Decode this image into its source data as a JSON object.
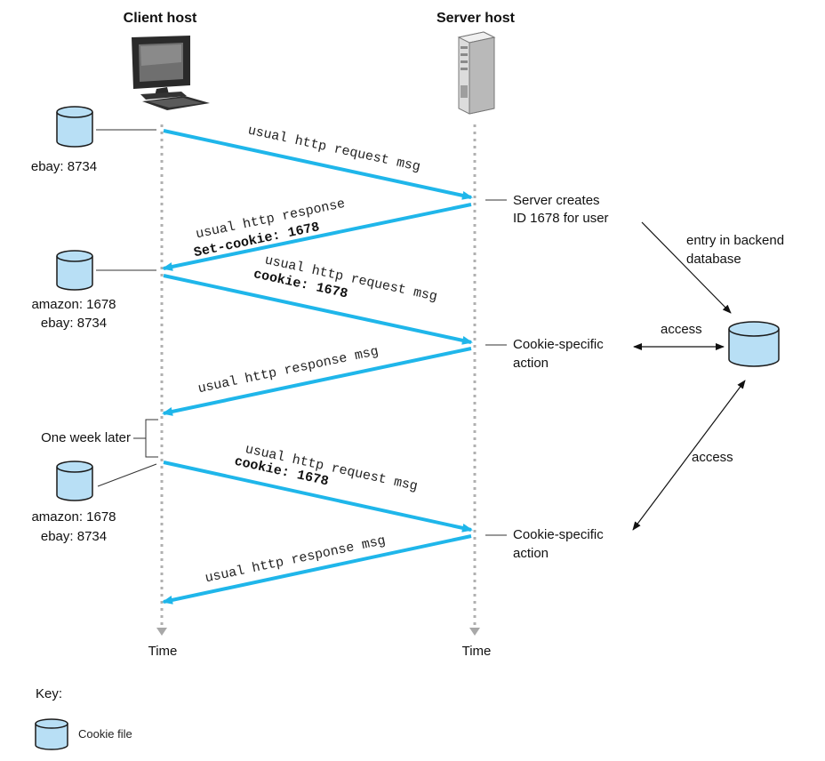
{
  "hosts": {
    "client": "Client host",
    "server": "Server host"
  },
  "time_label": "Time",
  "client_cookies": [
    {
      "lines": [
        "ebay: 8734"
      ]
    },
    {
      "lines": [
        "amazon: 1678",
        "ebay: 8734"
      ]
    },
    {
      "lines": [
        "amazon: 1678",
        "ebay: 8734"
      ]
    }
  ],
  "messages": [
    {
      "lines": [
        "usual http request msg"
      ],
      "bold": []
    },
    {
      "lines": [
        "usual http response"
      ],
      "bold": [
        "Set-cookie: 1678"
      ]
    },
    {
      "lines": [
        "usual http request msg"
      ],
      "bold": [
        "cookie: 1678"
      ]
    },
    {
      "lines": [
        "usual http response msg"
      ],
      "bold": []
    },
    {
      "lines": [
        "usual http request msg"
      ],
      "bold": [
        "cookie: 1678"
      ]
    },
    {
      "lines": [
        "usual http response msg"
      ],
      "bold": []
    }
  ],
  "server_notes": [
    {
      "lines": [
        "Server creates",
        "ID 1678 for user"
      ]
    },
    {
      "lines": [
        "Cookie-specific",
        "action"
      ]
    },
    {
      "lines": [
        "Cookie-specific",
        "action"
      ]
    }
  ],
  "one_week_later": "One week later",
  "database": {
    "entry_label": [
      "entry in backend",
      "database"
    ],
    "access_label": "access"
  },
  "key": {
    "title": "Key:",
    "cookie_file": "Cookie file"
  },
  "colors": {
    "arrow": "#1fb6ea",
    "cylinder_fill": "#b8dff5",
    "cylinder_stroke": "#1a1a1a",
    "lifeline": "#b0b0b0"
  }
}
